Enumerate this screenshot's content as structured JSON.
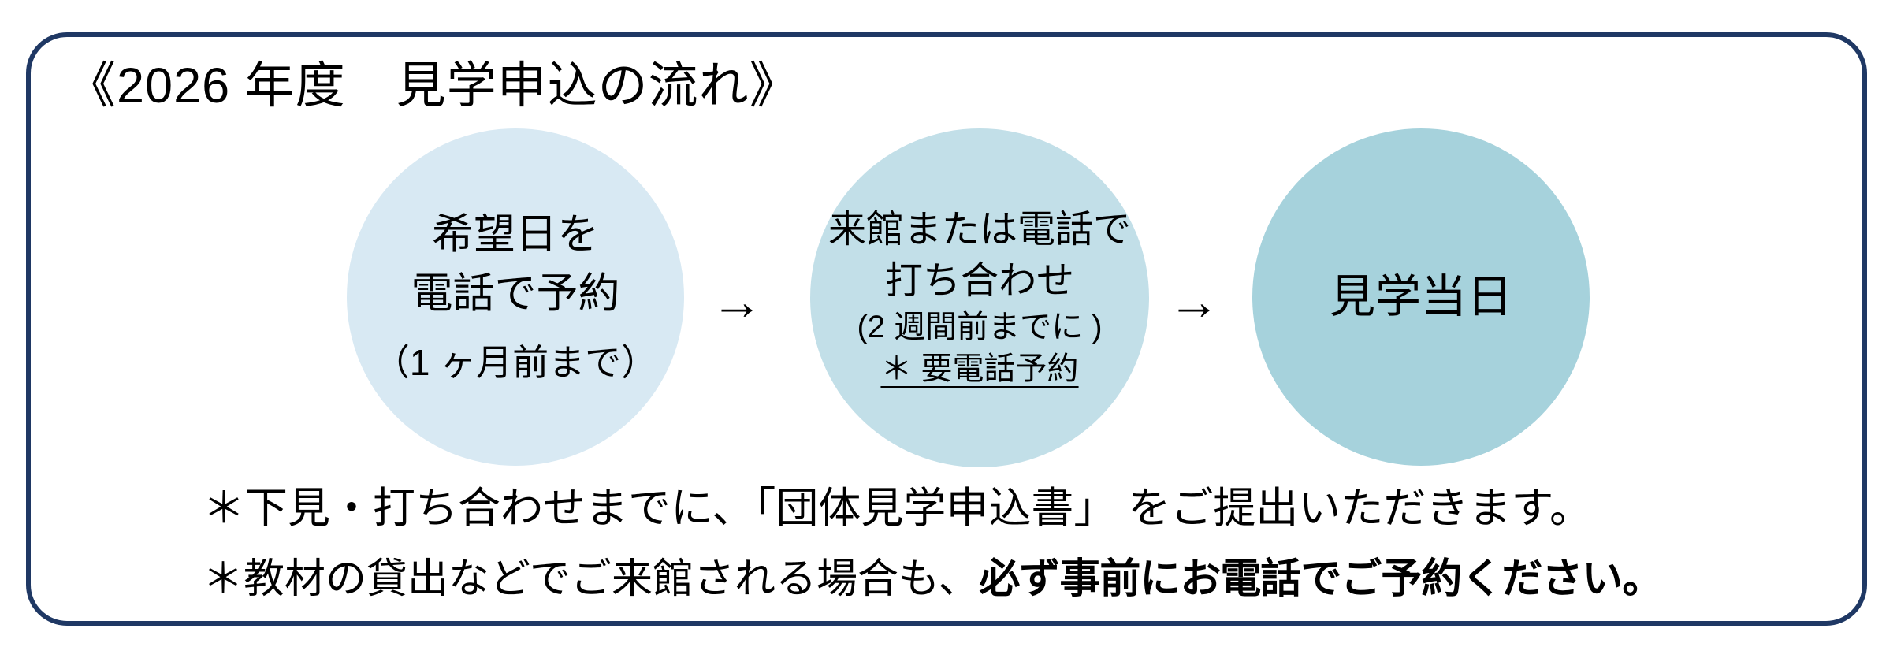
{
  "title": "《2026 年度　見学申込の流れ》",
  "flow": {
    "arrow": "→",
    "steps": [
      {
        "line1": "希望日を",
        "line2": "電話で予約",
        "sub": "（1 ヶ月前まで）",
        "color": "#d8e9f3"
      },
      {
        "line1": "来館または電話で",
        "line2": "打ち合わせ",
        "sub": "(2 週間前までに )",
        "note": "＊ 要電話予約",
        "color": "#c2dfe8"
      },
      {
        "line1": "見学当日",
        "color": "#a6d2dc"
      }
    ]
  },
  "notes": [
    {
      "text": "＊下見・打ち合わせまでに、「団体見学申込書」 をご提出いただきます。",
      "bold": ""
    },
    {
      "text": "＊教材の貸出などでご来館される場合も、",
      "bold": "必ず事前にお電話でご予約ください。"
    }
  ],
  "colors": {
    "border": "#1f3864",
    "text": "#000000",
    "background": "#ffffff"
  }
}
